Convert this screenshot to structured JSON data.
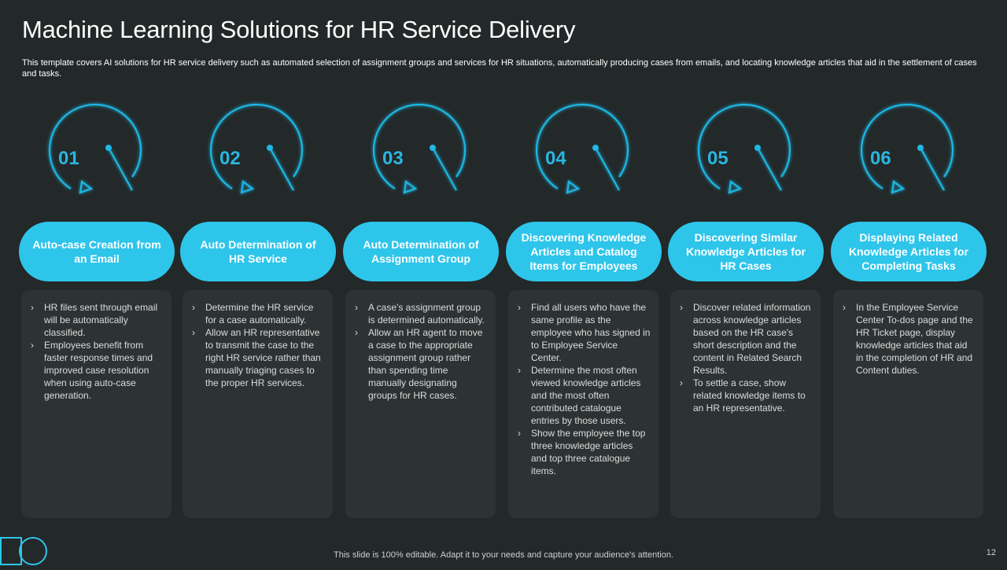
{
  "slide": {
    "title": "Machine Learning Solutions for HR Service Delivery",
    "subtitle": "This template covers AI solutions for HR service delivery such as automated selection of assignment groups and services for HR situations, automatically producing cases from emails, and locating knowledge articles that aid in the settlement of cases and tasks.",
    "footer": "This slide is 100% editable. Adapt it to your needs and capture your audience's attention.",
    "page_number": "12",
    "accent_color": "#2ec5ea",
    "background_color": "#232829",
    "card_color": "#2d3333"
  },
  "steps": [
    {
      "number": "01",
      "heading": "Auto-case Creation from an Email",
      "bullets": [
        "HR files sent through email will be automatically classified.",
        "Employees benefit from faster response times and improved case resolution when using auto-case generation."
      ]
    },
    {
      "number": "02",
      "heading": "Auto Determination of HR Service",
      "bullets": [
        "Determine the HR service for a case automatically.",
        "Allow an HR representative to transmit the case to the right HR service rather than manually triaging cases to the proper HR services."
      ]
    },
    {
      "number": "03",
      "heading": "Auto Determination of Assignment Group",
      "bullets": [
        "A case's assignment group is determined automatically.",
        "Allow an HR agent to move a case to the appropriate assignment group rather than spending time manually designating groups for HR cases."
      ]
    },
    {
      "number": "04",
      "heading": "Discovering Knowledge Articles and Catalog Items for Employees",
      "bullets": [
        "Find all users who have the same profile as the employee who has signed in to Employee Service Center.",
        "Determine the most often viewed knowledge articles and the most often contributed catalogue entries by those users.",
        "Show the employee the top three knowledge articles and top three catalogue items."
      ]
    },
    {
      "number": "05",
      "heading": "Discovering Similar Knowledge Articles for HR Cases",
      "bullets": [
        "Discover related information across knowledge articles based on the HR case's short description and the content in Related Search Results.",
        "To settle a case, show related knowledge items to an HR representative."
      ]
    },
    {
      "number": "06",
      "heading": "Displaying Related Knowledge Articles for Completing Tasks",
      "bullets": [
        "In the Employee Service Center To-dos page and the HR Ticket page, display knowledge articles that aid in the completion of HR and Content duties."
      ]
    }
  ]
}
